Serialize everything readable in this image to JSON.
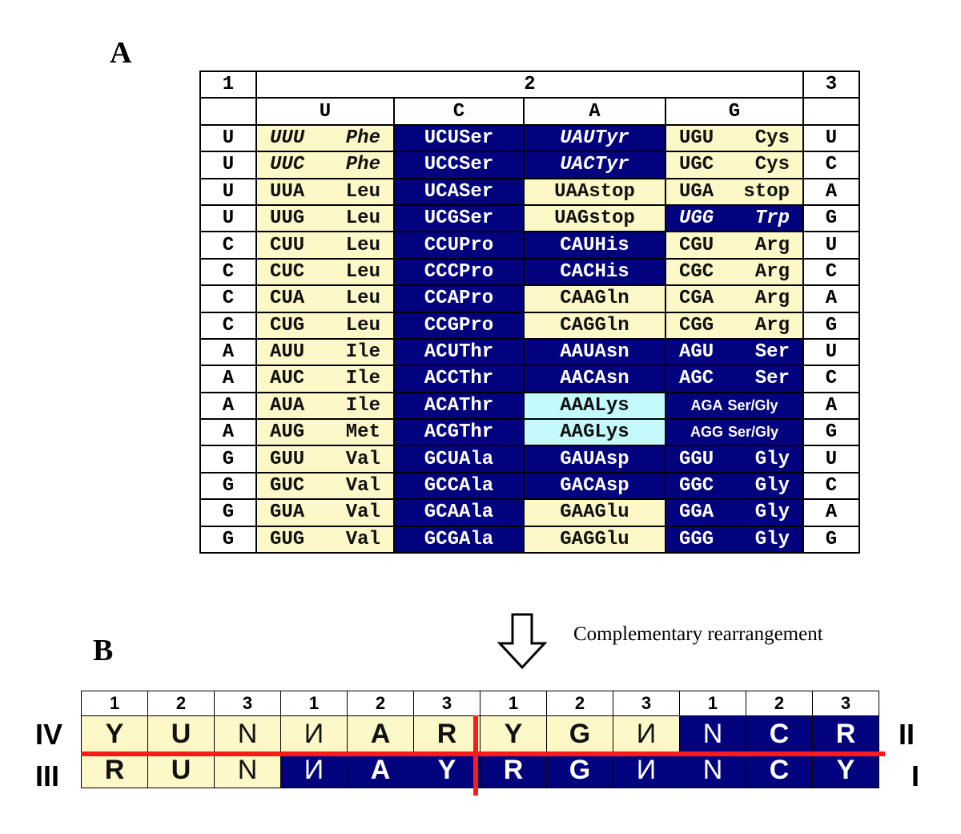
{
  "panel_a_label": "A",
  "panel_b_label": "B",
  "table_a": {
    "header": {
      "first": "1",
      "second": "2",
      "third": "3"
    },
    "second_bases": [
      "U",
      "C",
      "A",
      "G"
    ],
    "rows": [
      {
        "first": "U",
        "third": "U",
        "cells": [
          [
            "UUU",
            "Phe"
          ],
          [
            "UCU",
            "Ser"
          ],
          [
            "UAU",
            "Tyr"
          ],
          [
            "UGU",
            "Cys"
          ]
        ]
      },
      {
        "first": "U",
        "third": "C",
        "cells": [
          [
            "UUC",
            "Phe"
          ],
          [
            "UCC",
            "Ser"
          ],
          [
            "UAC",
            "Tyr"
          ],
          [
            "UGC",
            "Cys"
          ]
        ]
      },
      {
        "first": "U",
        "third": "A",
        "cells": [
          [
            "UUA",
            "Leu"
          ],
          [
            "UCA",
            "Ser"
          ],
          [
            "UAA",
            "stop"
          ],
          [
            "UGA",
            "stop"
          ]
        ]
      },
      {
        "first": "U",
        "third": "G",
        "cells": [
          [
            "UUG",
            "Leu"
          ],
          [
            "UCG",
            "Ser"
          ],
          [
            "UAG",
            "stop"
          ],
          [
            "UGG",
            "Trp"
          ]
        ]
      },
      {
        "first": "C",
        "third": "U",
        "cells": [
          [
            "CUU",
            "Leu"
          ],
          [
            "CCU",
            "Pro"
          ],
          [
            "CAU",
            "His"
          ],
          [
            "CGU",
            "Arg"
          ]
        ]
      },
      {
        "first": "C",
        "third": "C",
        "cells": [
          [
            "CUC",
            "Leu"
          ],
          [
            "CCC",
            "Pro"
          ],
          [
            "CAC",
            "His"
          ],
          [
            "CGC",
            "Arg"
          ]
        ]
      },
      {
        "first": "C",
        "third": "A",
        "cells": [
          [
            "CUA",
            "Leu"
          ],
          [
            "CCA",
            "Pro"
          ],
          [
            "CAA",
            "Gln"
          ],
          [
            "CGA",
            "Arg"
          ]
        ]
      },
      {
        "first": "C",
        "third": "G",
        "cells": [
          [
            "CUG",
            "Leu"
          ],
          [
            "CCG",
            "Pro"
          ],
          [
            "CAG",
            "Gln"
          ],
          [
            "CGG",
            "Arg"
          ]
        ]
      },
      {
        "first": "A",
        "third": "U",
        "cells": [
          [
            "AUU",
            "Ile"
          ],
          [
            "ACU",
            "Thr"
          ],
          [
            "AAU",
            "Asn"
          ],
          [
            "AGU",
            "Ser"
          ]
        ]
      },
      {
        "first": "A",
        "third": "C",
        "cells": [
          [
            "AUC",
            "Ile"
          ],
          [
            "ACC",
            "Thr"
          ],
          [
            "AAC",
            "Asn"
          ],
          [
            "AGC",
            "Ser"
          ]
        ]
      },
      {
        "first": "A",
        "third": "A",
        "cells": [
          [
            "AUA",
            "Ile"
          ],
          [
            "ACA",
            "Thr"
          ],
          [
            "AAA",
            "Lys"
          ],
          [
            "AGA",
            "Ser/Gly"
          ]
        ]
      },
      {
        "first": "A",
        "third": "G",
        "cells": [
          [
            "AUG",
            "Met"
          ],
          [
            "ACG",
            "Thr"
          ],
          [
            "AAG",
            "Lys"
          ],
          [
            "AGG",
            "Ser/Gly"
          ]
        ]
      },
      {
        "first": "G",
        "third": "U",
        "cells": [
          [
            "GUU",
            "Val"
          ],
          [
            "GCU",
            "Ala"
          ],
          [
            "GAU",
            "Asp"
          ],
          [
            "GGU",
            "Gly"
          ]
        ]
      },
      {
        "first": "G",
        "third": "C",
        "cells": [
          [
            "GUC",
            "Val"
          ],
          [
            "GCC",
            "Ala"
          ],
          [
            "GAC",
            "Asp"
          ],
          [
            "GGC",
            "Gly"
          ]
        ]
      },
      {
        "first": "G",
        "third": "A",
        "cells": [
          [
            "GUA",
            "Val"
          ],
          [
            "GCA",
            "Ala"
          ],
          [
            "GAA",
            "Glu"
          ],
          [
            "GGA",
            "Gly"
          ]
        ]
      },
      {
        "first": "G",
        "third": "G",
        "cells": [
          [
            "GUG",
            "Val"
          ],
          [
            "GCG",
            "Ala"
          ],
          [
            "GAG",
            "Glu"
          ],
          [
            "GGG",
            "Gly"
          ]
        ]
      }
    ]
  },
  "colors": {
    "cream": "#fdf8c8",
    "navy": "#02027e",
    "cyan": "#c4fafc",
    "red": "#ff1a1a"
  },
  "arrow_caption": "Complementary rearrangement",
  "table_b": {
    "header": [
      "1",
      "2",
      "3",
      "1",
      "2",
      "3",
      "1",
      "2",
      "3",
      "1",
      "2",
      "3"
    ],
    "row_top": {
      "left": "IV",
      "right": "II",
      "cells": [
        "Y",
        "U",
        "N",
        "И",
        "A",
        "R",
        "Y",
        "G",
        "И",
        "N",
        "C",
        "R"
      ]
    },
    "row_bottom": {
      "left": "III",
      "right": "I",
      "cells": [
        "R",
        "U",
        "N",
        "И",
        "A",
        "Y",
        "R",
        "G",
        "И",
        "N",
        "C",
        "Y"
      ]
    }
  }
}
